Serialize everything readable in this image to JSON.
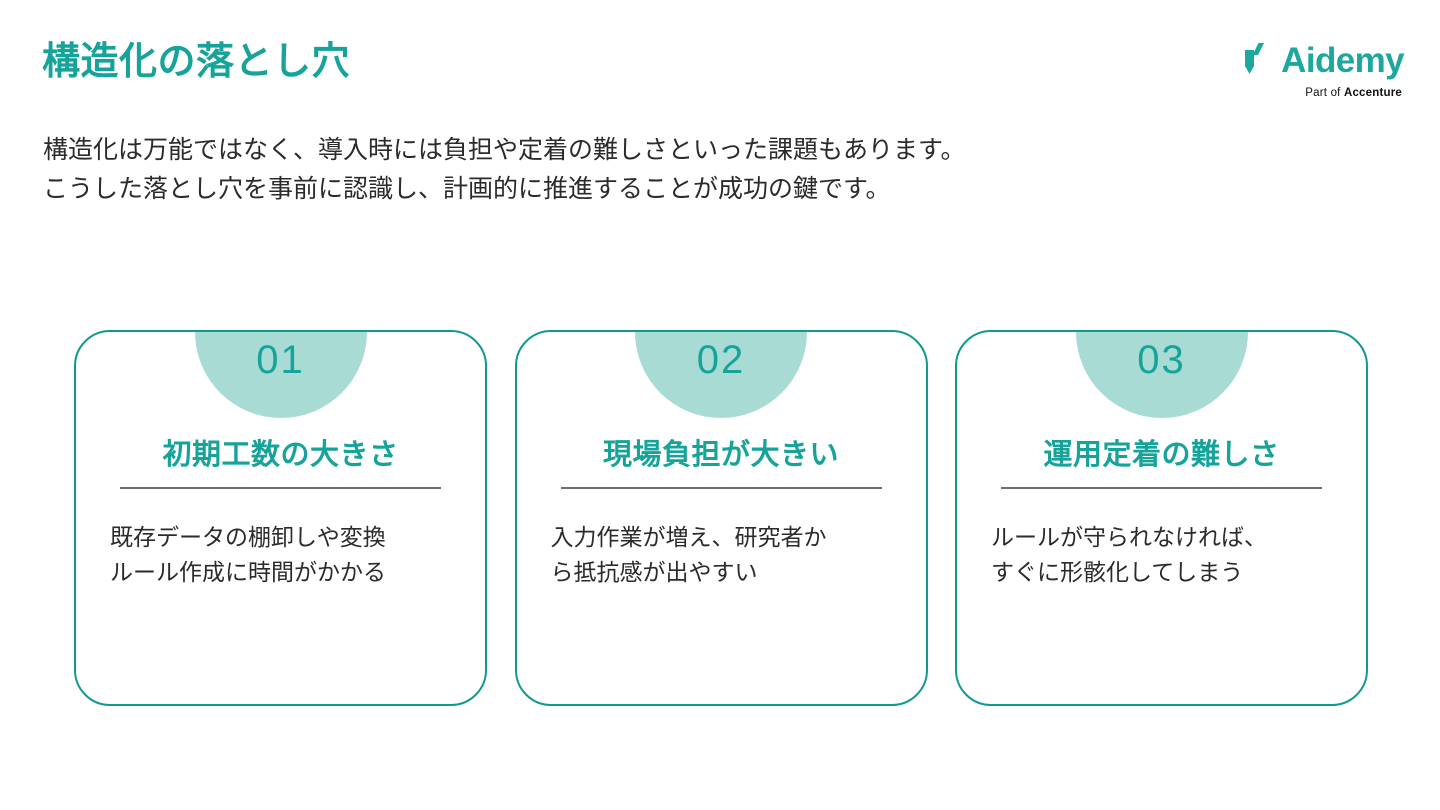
{
  "slide": {
    "title": "構造化の落とし穴",
    "subtitle_lines": [
      "構造化は万能ではなく、導入時には負担や定着の難しさといった課題もあります。",
      "こうした落とし穴を事前に認識し、計画的に推進することが成功の鍵です。"
    ],
    "accent_color": "#15A39A",
    "badge_color": "#A8DBD4",
    "card_border_color": "#10998F",
    "body_text_color": "#2b2b2b",
    "background_color": "#ffffff"
  },
  "logo": {
    "mark_name": "aidemy-logo-mark",
    "wordmark": "Aidemy",
    "tagline_prefix": "Part of ",
    "tagline_brand": "Accenture",
    "color": "#1CA89D"
  },
  "cards": [
    {
      "number": "01",
      "title": "初期工数の大きさ",
      "body_lines": [
        "既存データの棚卸しや変換",
        "ルール作成に時間がかかる"
      ]
    },
    {
      "number": "02",
      "title": "現場負担が大きい",
      "body_lines": [
        "入力作業が増え、研究者か",
        "ら抵抗感が出やすい"
      ]
    },
    {
      "number": "03",
      "title": "運用定着の難しさ",
      "body_lines": [
        "ルールが守られなければ、",
        "すぐに形骸化してしまう"
      ]
    }
  ]
}
